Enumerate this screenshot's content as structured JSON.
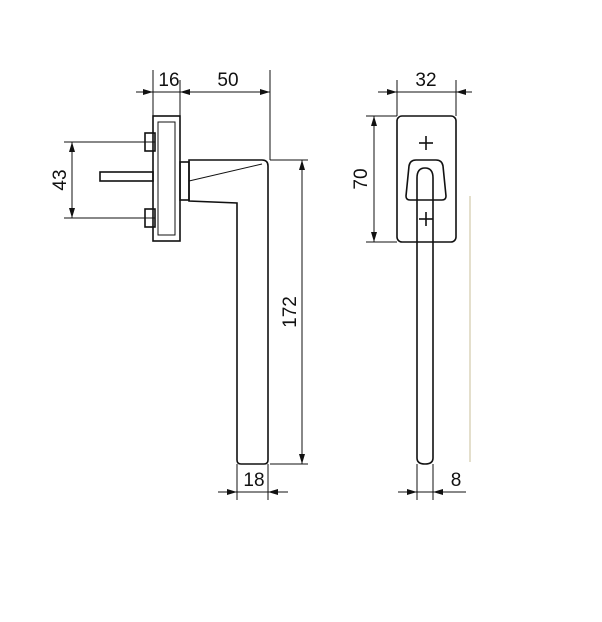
{
  "dimensions": {
    "side_rose_width": "16",
    "side_projection": "50",
    "side_screw_spacing": "43",
    "side_handle_length": "172",
    "side_handle_width": "18",
    "front_rose_width": "32",
    "front_rose_height": "70",
    "front_lever_width": "8"
  },
  "icons": {
    "screw_marks": "plus-sign"
  }
}
